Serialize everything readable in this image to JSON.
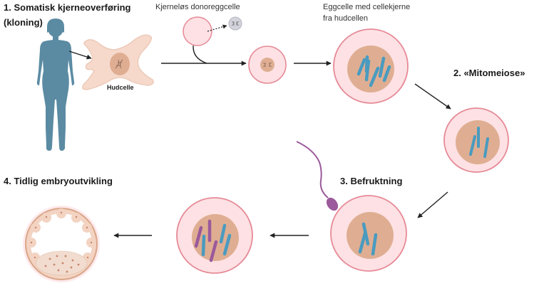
{
  "diagram": {
    "steps": {
      "step1_title_line1": "1. Somatisk kjerneoverføring",
      "step1_title_line2": "(kloning)",
      "step2_title": "2. «Mitomeiose»",
      "step3_title": "3. Befruktning",
      "step4_title": "4. Tidlig embryoutvikling"
    },
    "labels": {
      "skin_cell": "Hudcelle",
      "donor_egg": "Kjerneløs donoreggcelle",
      "egg_with_nucleus_line1": "Eggcelle med cellekjerne",
      "egg_with_nucleus_line2": "fra hudcellen"
    },
    "colors": {
      "body": "#5b8ba3",
      "skin_cell": "#f6d9cb",
      "skin_cell_outline": "#eccab8",
      "egg_fill": "#fde1e4",
      "egg_outline": "#e68a97",
      "nucleus": "#dfae92",
      "chromosome_blue": "#4a9bbf",
      "chromosome_purple": "#9b5a9b",
      "sperm": "#9b5a9b",
      "dna_grey": "#d3d3dc",
      "arrow": "#222222"
    },
    "chromosome_sets": {
      "egg_with_nucleus": {
        "blue": 6,
        "purple": 0
      },
      "mitomeiosis": {
        "blue": 3,
        "purple": 0
      },
      "fertilization": {
        "blue": 3,
        "purple": 0
      },
      "zygote": {
        "blue": 3,
        "purple": 3
      }
    }
  }
}
